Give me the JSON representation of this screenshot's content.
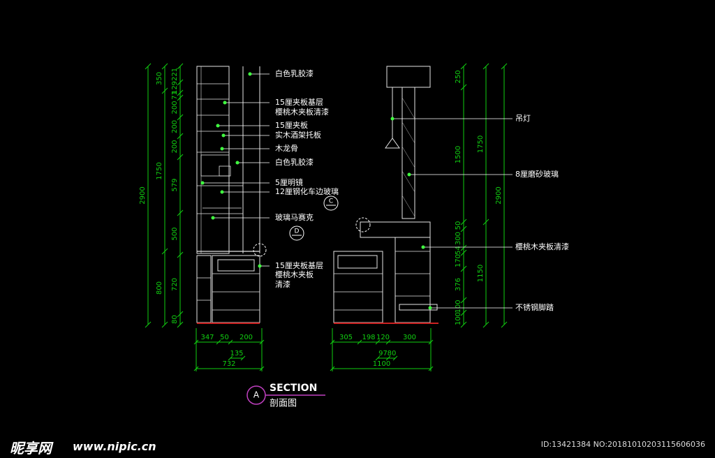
{
  "colors": {
    "background": "#000000",
    "dimension": "#11d011",
    "outline": "#e6e6e6",
    "leader": "#ffffff",
    "highlight": "#40ff40",
    "section_marker": "#c040c0",
    "floor": "#cc2222"
  },
  "left_view": {
    "dims_left_outer": [
      "350",
      "1750",
      "2900",
      "800"
    ],
    "dims_left_inner": [
      "221",
      "129",
      "71",
      "200",
      "200",
      "200",
      "579",
      "500",
      "720",
      "80"
    ],
    "dims_bottom_top": [
      "347",
      "50",
      "200"
    ],
    "dims_bottom_mid": [
      "135"
    ],
    "dims_bottom_total": [
      "732"
    ]
  },
  "right_view": {
    "dims_inner": [
      "250",
      "1500",
      "50",
      "300",
      "54",
      "170",
      "376",
      "100",
      "100"
    ],
    "dims_mid": [
      "1750",
      "1150"
    ],
    "dims_outer": [
      "2900"
    ],
    "dims_bottom_top": [
      "305",
      "198",
      "120",
      "300"
    ],
    "dims_bottom_mid": [
      "97",
      "80"
    ],
    "dims_bottom_total": [
      "1100"
    ]
  },
  "callouts_left": [
    "白色乳胶漆",
    "15厘夹板基层",
    "樱桃木夹板清漆",
    "15厘夹板",
    "实木酒架托板",
    "木龙骨",
    "白色乳胶漆",
    "5厘明镜",
    "12厘钢化车边玻璃",
    "玻璃马赛克",
    "15厘夹板基层",
    "樱桃木夹板",
    "清漆"
  ],
  "callouts_right": [
    "吊灯",
    "8厘磨砂玻璃",
    "樱桃木夹板清漆",
    "不锈钢脚踏"
  ],
  "detail_markers": [
    "C",
    "D"
  ],
  "section": {
    "letter": "A",
    "title": "SECTION",
    "subtitle": "剖面图"
  },
  "watermark": {
    "logo": "昵享网",
    "url": "www.nipic.cn",
    "id_text": "ID:13421384 NO:20181010203115606036"
  }
}
